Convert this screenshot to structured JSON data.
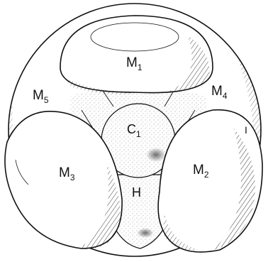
{
  "labels": {
    "m1": "M",
    "m1_sub": "1",
    "m2": "M",
    "m2_sub": "2",
    "m3": "M",
    "m3_sub": "3",
    "m4": "M",
    "m4_sub": "4",
    "m5": "M",
    "m5_sub": "5",
    "c1": "C",
    "c1_sub": "1",
    "h": "H",
    "tick": "I"
  },
  "colors": {
    "ink": "#111111",
    "paper": "#ffffff",
    "stipple": "#9a9a9a"
  }
}
